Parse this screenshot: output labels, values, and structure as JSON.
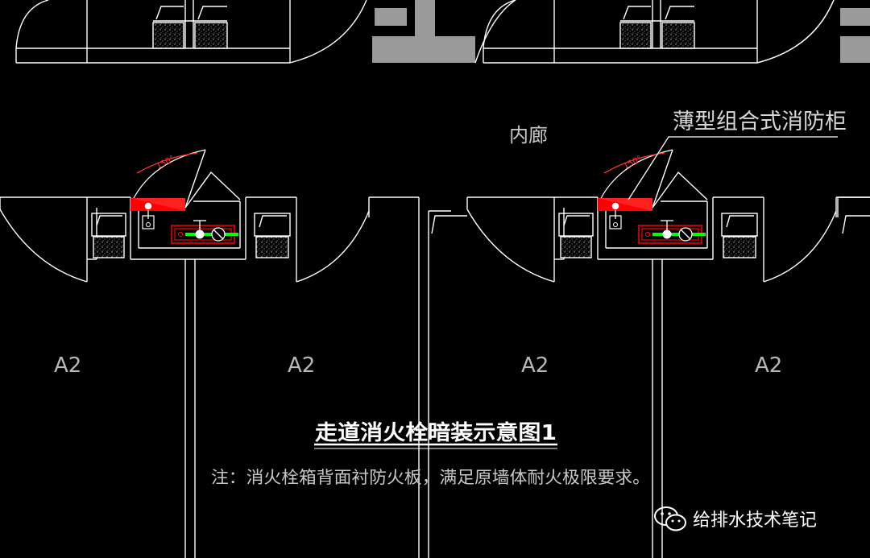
{
  "drawing": {
    "corridor_label": "内廊",
    "callout_label": "薄型组合式消防柜",
    "unit_labels": [
      "A2",
      "A2",
      "A2",
      "A2"
    ],
    "door_angle_label": "150°",
    "title": "走道消火栓暗装示意图1",
    "note": "注：消火栓箱背面衬防火板，满足原墙体耐火极限要求。"
  },
  "watermark": {
    "icon": "wechat-icon",
    "text": "给排水技术笔记"
  },
  "colors": {
    "background": "#000000",
    "line": "#ffffff",
    "fill": "#9a9a9a",
    "cabinet": "#ff0000",
    "pipe": "#00ff00",
    "label_text": "#c8c8c8"
  }
}
